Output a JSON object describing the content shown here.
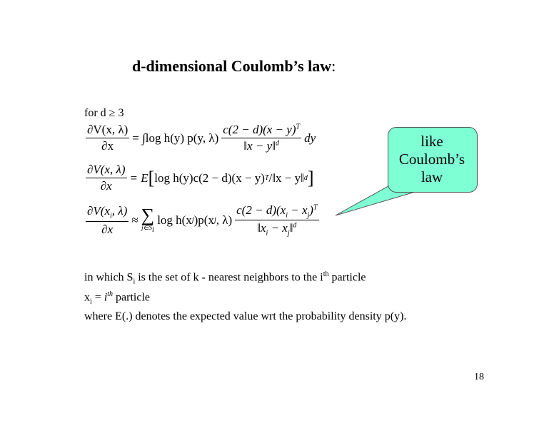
{
  "title": {
    "text": "d-dimensional Coulomb’s law",
    "colon": ":"
  },
  "condition": "for d ≥ 3",
  "eq1": {
    "num": "∂V(x, λ)",
    "den": "∂x",
    "rhs1": "= ∫log h(y) p(y, λ)",
    "fnum": "c(2 − d)(x − y)",
    "sup": "T",
    "fden": "‖x − y‖",
    "fden_sup": "d",
    "tail": "dy"
  },
  "eq2": {
    "num": "∂V(x, λ)",
    "den": "∂x",
    "rhs": "= E",
    "body": "log h(y)c(2 − d)(x − y)",
    "sup": "T",
    "mid": " /‖x − y‖",
    "sup2": "d"
  },
  "eq3": {
    "num_a": "∂V(x",
    "num_sub": "i",
    "num_b": ", λ)",
    "den": "∂x",
    "approx": "≈",
    "sum": "∑",
    "sum_lim": "j∈S",
    "sum_lim_sub": "i",
    "body_a": "log h(x",
    "body_sub": "j",
    "body_b": ")p(x",
    "body_sub2": "j",
    "body_c": ", λ)",
    "fnum": "c(2 − d)(x",
    "fnum_sub": "i",
    "fnum_b": " − x",
    "fnum_sub2": "j",
    "fnum_c": ")",
    "sup": "T",
    "fden_a": "‖x",
    "fden_sub": "i",
    "fden_b": " − x",
    "fden_sub2": "j",
    "fden_c": "‖",
    "fden_sup": "d"
  },
  "notes": {
    "line1_a": "in which S",
    "line1_sub": "i",
    "line1_b": " is the set of k - nearest neighbors to the i",
    "line1_sup": "th",
    "line1_c": " particle",
    "line2_a": "x",
    "line2_sub": "i",
    "line2_b": " = ",
    "line2_i": "i",
    "line2_sup": "th",
    "line2_c": " particle",
    "line3": "where E(.) denotes the expected value wrt the probability density p(y)."
  },
  "callout": {
    "lines": [
      "like",
      "Coulomb’s",
      "law"
    ],
    "color": "#7fffd4"
  },
  "page_number": "18"
}
